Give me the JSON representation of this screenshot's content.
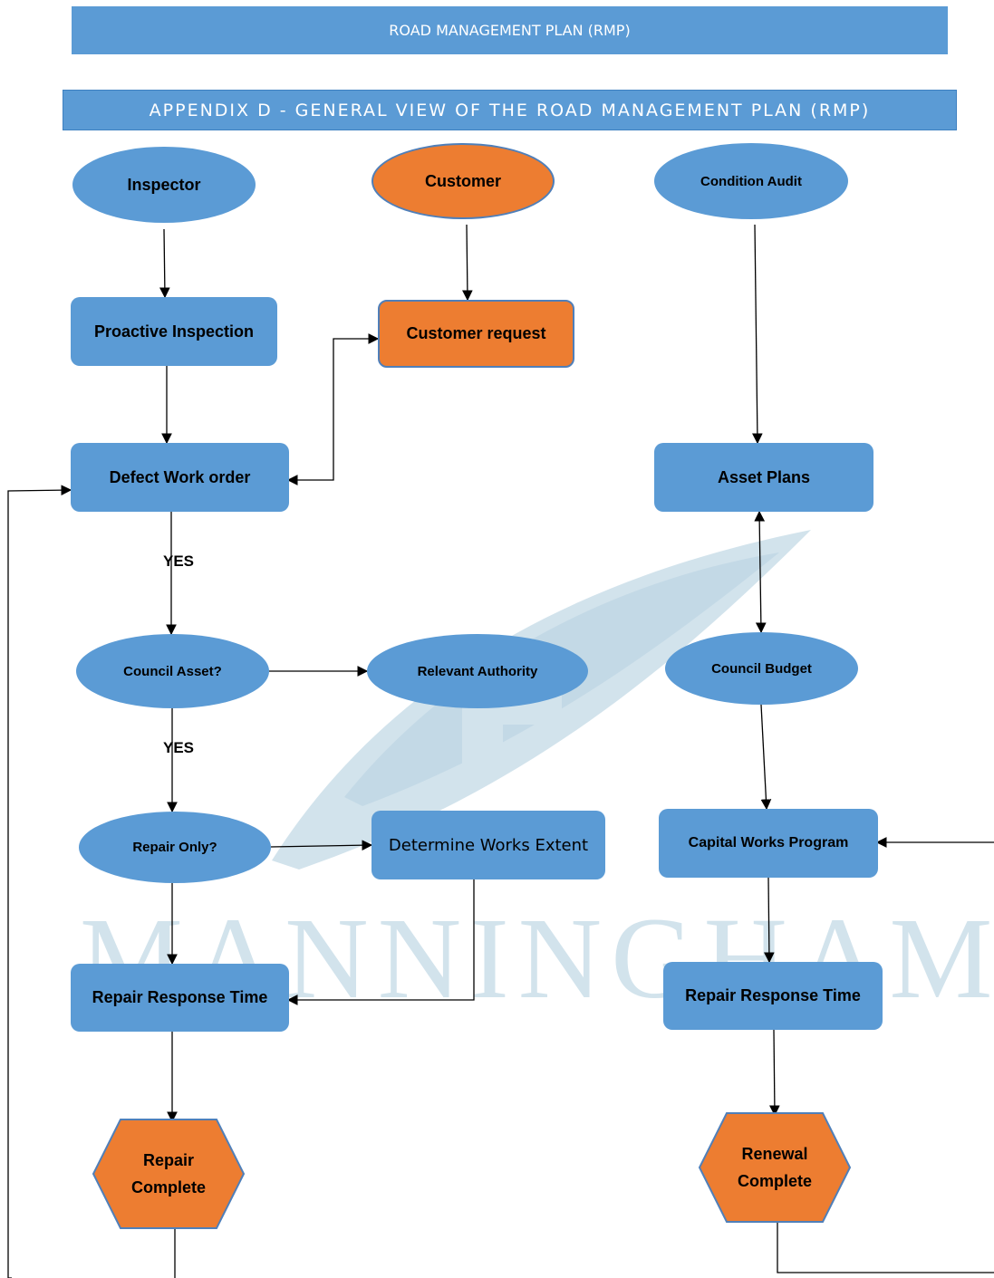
{
  "header": {
    "banner_title": "ROAD MANAGEMENT PLAN (RMP)",
    "appendix_title": "APPENDIX D - GENERAL VIEW OF THE ROAD MANAGEMENT PLAN (RMP)"
  },
  "watermark": {
    "text": "MANNINGHAM"
  },
  "colors": {
    "blue": "#5b9bd5",
    "orange": "#ed7d31",
    "watermark": "#d2e3ec"
  },
  "nodes": {
    "inspector": "Inspector",
    "customer": "Customer",
    "condition_audit": "Condition Audit",
    "proactive_inspection": "Proactive Inspection",
    "customer_request": "Customer request",
    "defect_work_order": "Defect Work order",
    "asset_plans": "Asset Plans",
    "council_asset": "Council Asset?",
    "relevant_authority": "Relevant Authority",
    "council_budget": "Council Budget",
    "repair_only": "Repair Only?",
    "determine_works_extent": "Determine Works Extent",
    "capital_works_program": "Capital Works Program",
    "repair_response_time_left": "Repair Response Time",
    "repair_response_time_right": "Repair Response Time",
    "repair_complete_line1": "Repair",
    "repair_complete_line2": "Complete",
    "renewal_complete_line1": "Renewal",
    "renewal_complete_line2": "Complete"
  },
  "edge_labels": {
    "yes_1": "YES",
    "yes_2": "YES"
  }
}
